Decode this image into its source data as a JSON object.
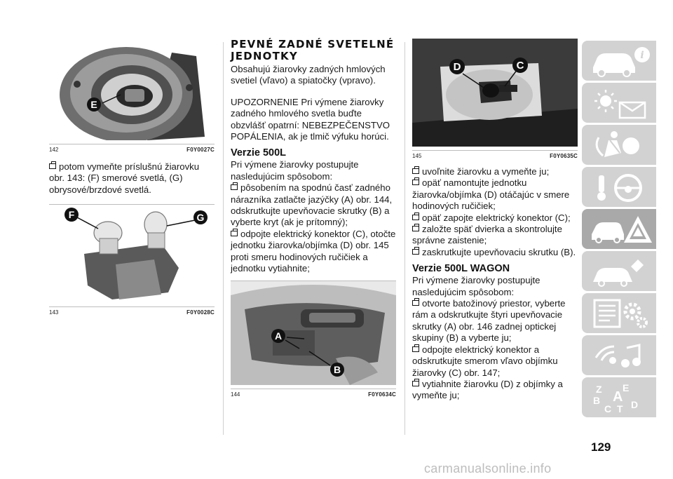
{
  "left": {
    "fig142": {
      "number": "142",
      "code": "F0Y0027C",
      "label": "E"
    },
    "text1": "potom vymeňte príslušnú žiarovku obr. 143: (F) smerové svetlá, (G) obrysové/brzdové svetlá.",
    "fig143": {
      "number": "143",
      "code": "F0Y0028C",
      "label_f": "F",
      "label_g": "G"
    }
  },
  "middle": {
    "heading": "PEVNÉ ZADNÉ SVETELNÉ JEDNOTKY",
    "intro": "Obsahujú žiarovky zadných hmlových svetiel (vľavo) a spiatočky (vpravo).",
    "warning": "UPOZORNENIE Pri výmene žiarovky zadného hmlového svetla buďte obzvlášť opatrní: NEBEZPEČENSTVO POPÁLENIA, ak je tlmič výfuku horúci.",
    "subheading": "Verzie 500L",
    "sub_intro": "Pri výmene žiarovky postupujte nasledujúcim spôsobom:",
    "steps": [
      "pôsobením na spodnú časť zadného nárazníka zatlačte jazýčky (A) obr. 144, odskrutkujte upevňovacie skrutky (B) a vyberte kryt (ak je prítomný);",
      "odpojte elektrický konektor (C), otočte jednotku žiarovka/objímka (D) obr. 145 proti smeru hodinových ručičiek a jednotku vytiahnite;"
    ],
    "fig144": {
      "number": "144",
      "code": "F0Y0634C",
      "label_a": "A",
      "label_b": "B"
    }
  },
  "right": {
    "fig145": {
      "number": "145",
      "code": "F0Y0635C",
      "label_d": "D",
      "label_c": "C"
    },
    "steps1": [
      "uvoľnite žiarovku a vymeňte ju;",
      "opäť namontujte jednotku žiarovka/objímka (D) otáčajúc v smere hodinových ručičiek;",
      "opäť zapojte elektrický konektor (C);",
      "založte späť dvierka a skontrolujte správne zaistenie;",
      "zaskrutkujte upevňovaciu skrutku (B)."
    ],
    "subheading": "Verzie 500L WAGON",
    "sub_intro": "Pri výmene žiarovky postupujte nasledujúcim spôsobom:",
    "steps2": [
      "otvorte batožinový priestor, vyberte rám a odskrutkujte štyri upevňovacie skrutky (A) obr. 146 zadnej optickej skupiny (B) a vyberte ju;",
      "odpojte elektrický konektor a odskrutkujte smerom vľavo objímku žiarovky (C) obr. 147;",
      "vytiahnite žiarovku (D) z objímky a vymeňte ju;"
    ]
  },
  "sidebar": {
    "tabs": [
      "car-info-icon",
      "warning-lights-icon",
      "safety-airbag-icon",
      "starting-driving-icon",
      "emergency-icon",
      "maintenance-icon",
      "technical-data-icon",
      "multimedia-icon",
      "index-icon"
    ],
    "active_index": 4,
    "index_letters": [
      "Z",
      "E",
      "B",
      "A",
      "C",
      "T",
      "D"
    ]
  },
  "page_number": "129",
  "watermark": "carmanualsonline.info",
  "colors": {
    "tab": "#d2d2d2",
    "tab_active": "#a9a9a9",
    "text": "#1a1a1a",
    "fig_label_bg": "#111111"
  }
}
